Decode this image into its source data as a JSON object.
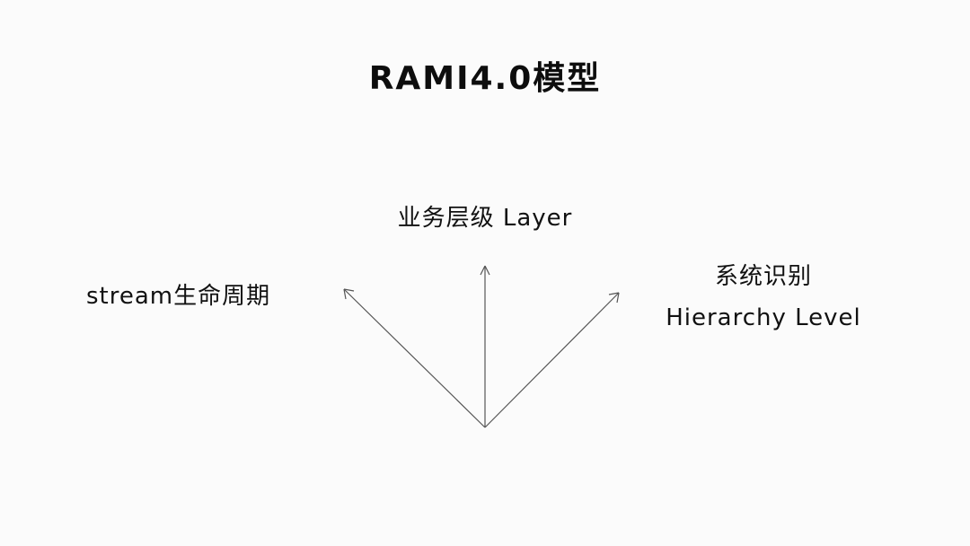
{
  "title": "RAMI4.0模型",
  "axes": {
    "top": "业务层级 Layer",
    "left": "stream生命周期",
    "right_line1": "系统识别",
    "right_line2": "Hierarchy Level"
  },
  "colors": {
    "background": "#fbfbfb",
    "text": "#111111",
    "arrow": "#555555"
  }
}
